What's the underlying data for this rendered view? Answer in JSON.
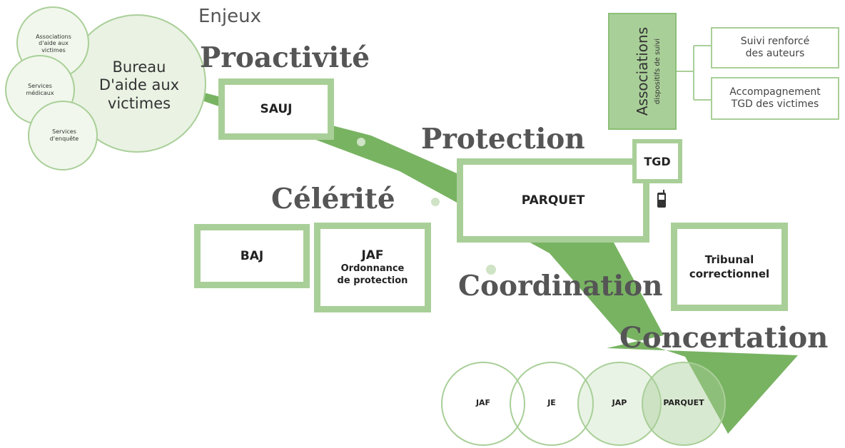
{
  "colors": {
    "accent": "#a9cf98",
    "arrow": "#6cac55",
    "heading": "#555555"
  },
  "headings": {
    "enjeux": "Enjeux",
    "proactivite": "Proactivité",
    "protection": "Protection",
    "celerite": "Célérité",
    "coordination": "Coordination",
    "concertation": "Concertation"
  },
  "victim_cluster": {
    "bureau": [
      "Bureau",
      "D'aide aux",
      "victimes"
    ],
    "associations": [
      "Associations",
      "d'aide aux",
      "victimes"
    ],
    "services_medicaux": [
      "Services",
      "médicaux"
    ],
    "services_enquete": [
      "Services",
      "d'enquête"
    ]
  },
  "boxes": {
    "sauj": "SAUJ",
    "parquet": "PARQUET",
    "tgd": "TGD",
    "baj": "BAJ",
    "jaf_title": "JAF",
    "jaf_sub": [
      "Ordonnance",
      "de protection"
    ],
    "tribunal": [
      "Tribunal",
      "correctionnel"
    ]
  },
  "associations_panel": {
    "title": "Associations",
    "subtitle": "dispositifs de suivi",
    "items": [
      [
        "Suivi renforcé",
        "des auteurs"
      ],
      [
        "Accompagnement",
        "TGD des victimes"
      ]
    ]
  },
  "concertation_circles": [
    "JAF",
    "JE",
    "JAP",
    "PARQUET"
  ],
  "icons": {
    "phone": "phone-icon"
  }
}
